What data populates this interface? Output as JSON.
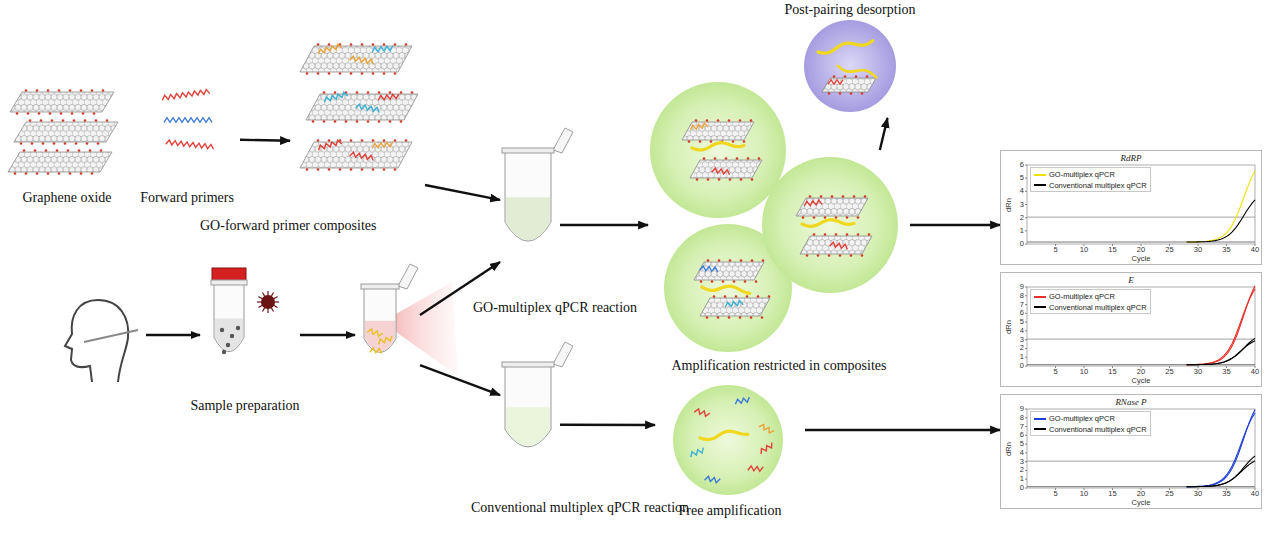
{
  "diagram": {
    "nodes": [
      {
        "text": [
          "Graphene oxide"
        ]
      },
      {
        "text": [
          "Forward primers"
        ]
      },
      {
        "text": [
          "GO-forward primer composites"
        ]
      },
      {
        "text": [
          "Sample preparation"
        ]
      },
      {
        "text": [
          "GO-multiplex qPCR reaction"
        ]
      },
      {
        "text": [
          "Conventional multiplex qPCR reaction"
        ]
      },
      {
        "text": [
          "Amplification restricted in composites"
        ]
      },
      {
        "text": [
          "Post-pairing desorption"
        ]
      },
      {
        "text": [
          "Free amplification"
        ]
      },
      {
        "text": [
          "RdRP",
          "dRn",
          "Cycle",
          "0",
          "1",
          "2",
          "3",
          "4",
          "5",
          "6",
          "5",
          "10",
          "15",
          "20",
          "25",
          "30",
          "35",
          "40"
        ]
      },
      {
        "text": [
          "E",
          "dRn",
          "Cycle",
          "0",
          "1",
          "2",
          "3",
          "4",
          "5",
          "6",
          "7",
          "8",
          "9",
          "5",
          "10",
          "15",
          "20",
          "25",
          "30",
          "35",
          "40"
        ]
      },
      {
        "text": [
          "RNase P",
          "dRn",
          "Cycle",
          "0",
          "1",
          "2",
          "3",
          "4",
          "5",
          "6",
          "7",
          "8",
          "9",
          "5",
          "10",
          "15",
          "20",
          "25",
          "30",
          "35",
          "40"
        ]
      }
    ],
    "edges": [
      {
        "from": 1,
        "to": 2,
        "arrow": "to"
      },
      {
        "from": 2,
        "to": 4,
        "arrow": "to"
      },
      {
        "from": 3,
        "to": 4,
        "arrow": "to"
      },
      {
        "from": 3,
        "to": 5,
        "arrow": "to"
      },
      {
        "from": 4,
        "to": 6,
        "arrow": "to"
      },
      {
        "from": 6,
        "to": 7,
        "arrow": "to"
      },
      {
        "from": 6,
        "to": 9,
        "arrow": "to"
      },
      {
        "from": 5,
        "to": 8,
        "arrow": "to"
      },
      {
        "from": 8,
        "to": 11,
        "arrow": "to"
      }
    ],
    "legend": [
      {
        "text": "GO-multiplex qPCR",
        "color": "#f2e000"
      },
      {
        "text": "Conventional multiplex qPCR",
        "color": "#000000"
      },
      {
        "text": "GO-multiplex qPCR",
        "color": "#e8302a"
      },
      {
        "text": "Conventional multiplex qPCR",
        "color": "#000000"
      },
      {
        "text": "GO-multiplex qPCR",
        "color": "#1f3fd6"
      },
      {
        "text": "Conventional multiplex qPCR",
        "color": "#000000"
      }
    ]
  }
}
